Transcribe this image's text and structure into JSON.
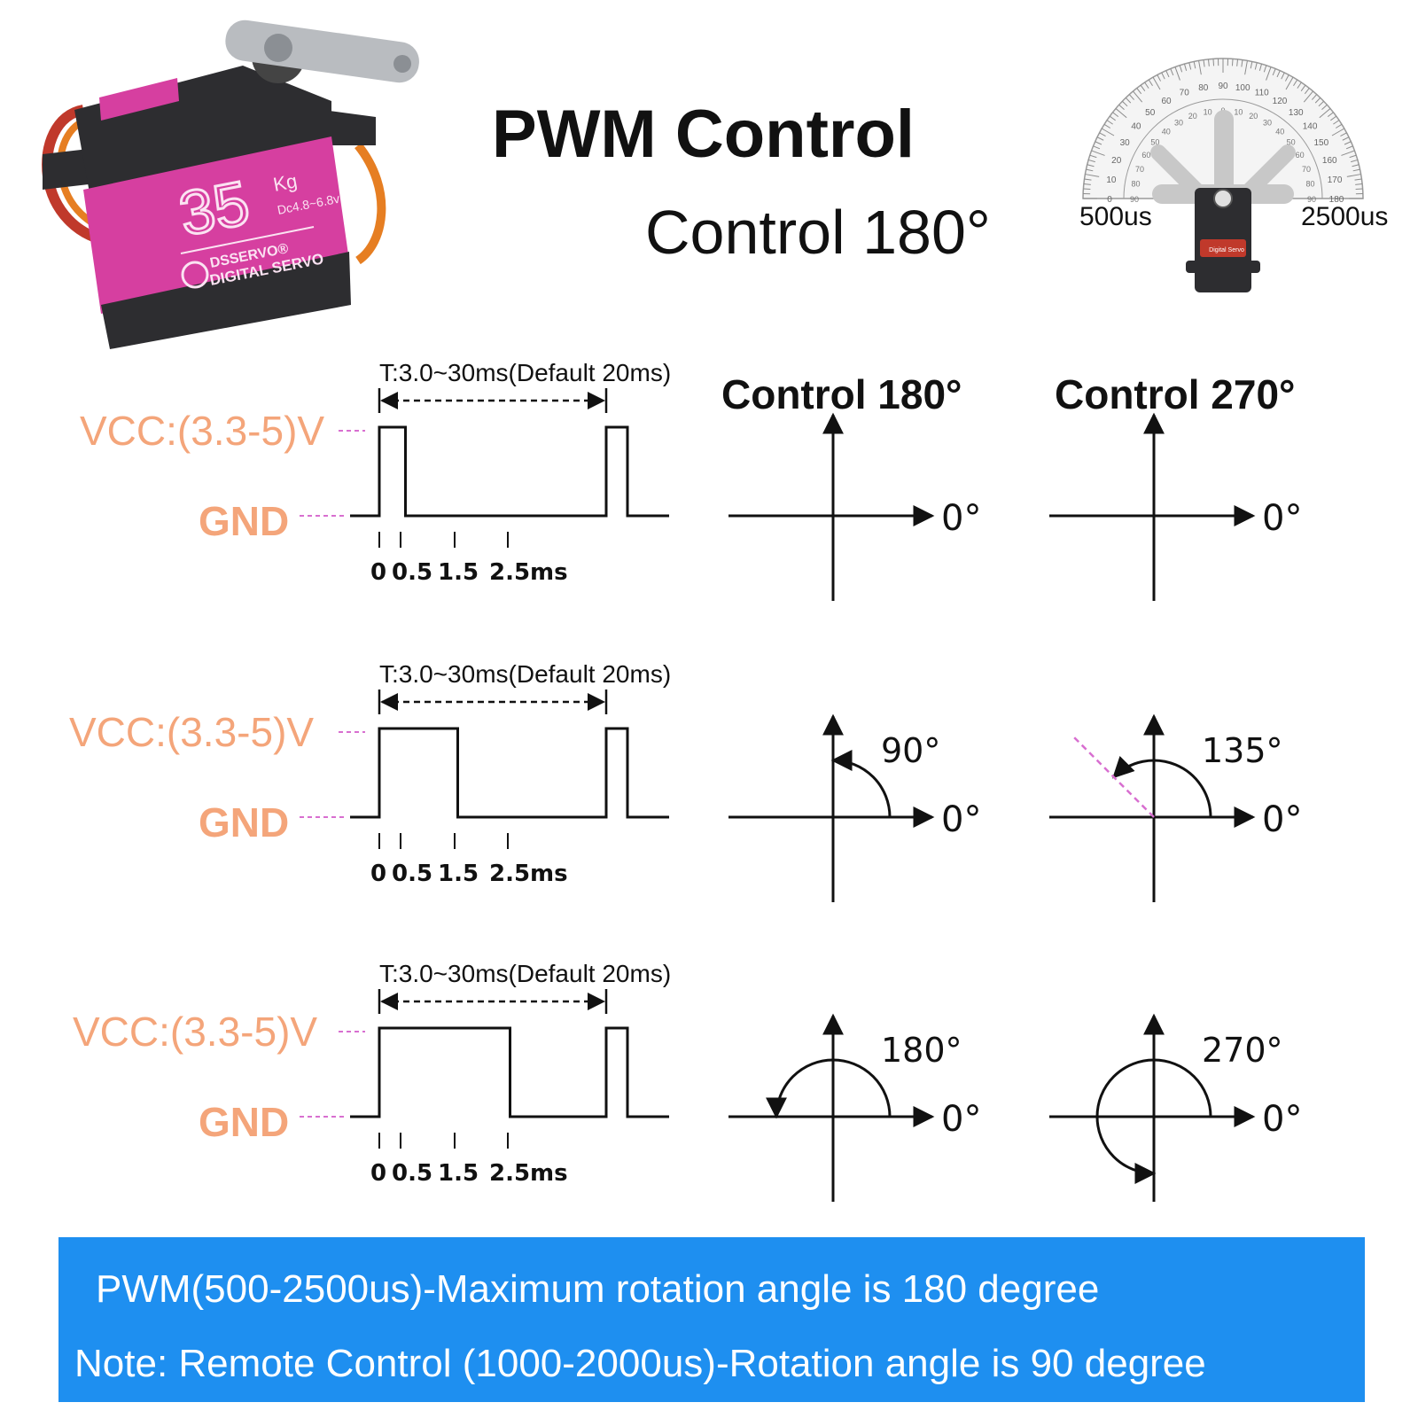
{
  "header": {
    "title_bold_prefix": "PWM",
    "title_rest": "Control",
    "subtitle": "Control 180°",
    "left_pulse_label": "500us",
    "right_pulse_label": "2500us"
  },
  "product": {
    "torque": "35",
    "torque_unit": "Kg",
    "voltage": "Dc4.8~6.8v",
    "brand": "DSSERVO®",
    "type": "DIGITAL SERVO",
    "horn_label": "Digital Servo",
    "body_color": "#d63fa0",
    "case_color": "#2d2d30"
  },
  "protractor": {
    "outer_ticks": [
      "0",
      "10",
      "20",
      "30",
      "40",
      "50",
      "60",
      "70",
      "80",
      "90",
      "100",
      "110",
      "120",
      "130",
      "140",
      "150",
      "160",
      "170",
      "180"
    ],
    "inner_ticks": [
      "90",
      "80",
      "70",
      "60",
      "50",
      "40",
      "30",
      "20",
      "10",
      "0",
      "10",
      "20",
      "30",
      "40",
      "50",
      "60",
      "70",
      "80",
      "90"
    ]
  },
  "columns": {
    "heading_180": "Control 180°",
    "heading_270": "Control 270°"
  },
  "signal": {
    "period_label": "T:3.0~30ms(Default 20ms)",
    "vcc_label": "VCC:(3.3-5)V",
    "gnd_label": "GND",
    "time_ticks": [
      "0",
      "0.5",
      "1.5",
      "2.5ms"
    ],
    "label_color": "#f4a57a",
    "guide_color": "#d86fd0"
  },
  "rows": [
    {
      "pulse_ms": 0.5,
      "angle_180": "0°",
      "angle_270": "0°",
      "sweep_180": "",
      "sweep_270": ""
    },
    {
      "pulse_ms": 1.5,
      "angle_180": "0°",
      "angle_270": "0°",
      "sweep_180": "90°",
      "sweep_270": "135°"
    },
    {
      "pulse_ms": 2.5,
      "angle_180": "0°",
      "angle_270": "0°",
      "sweep_180": "180°",
      "sweep_270": "270°"
    }
  ],
  "banner": {
    "line1": "PWM(500-2500us)-Maximum rotation angle is 180 degree",
    "line2": "Note: Remote Control (1000-2000us)-Rotation angle is 90 degree",
    "color": "#1e8ff0"
  }
}
